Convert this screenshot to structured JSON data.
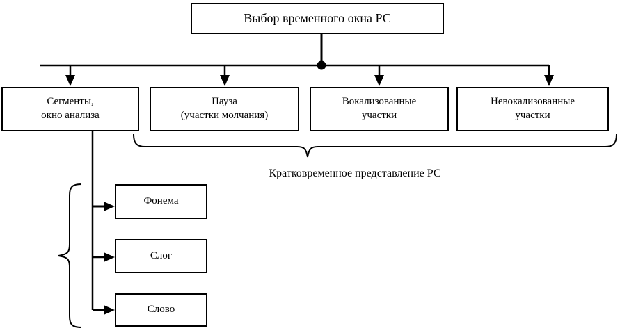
{
  "diagram": {
    "title_box": {
      "label": "Выбор временного окна РС"
    },
    "level2": [
      {
        "id": "segments",
        "label": "Сегменты,\nокно анализа"
      },
      {
        "id": "pause",
        "label": "Пауза\n(участки молчания)"
      },
      {
        "id": "voiced",
        "label": "Вокализованные\nучастки"
      },
      {
        "id": "unvoiced",
        "label": "Невокализованные\nучастки"
      }
    ],
    "group_caption": "Кратковременное представление РС",
    "level3": [
      {
        "id": "phoneme",
        "label": "Фонема"
      },
      {
        "id": "syllable",
        "label": "Слог"
      },
      {
        "id": "word",
        "label": "Слово"
      }
    ],
    "colors": {
      "line": "#000000",
      "box_border": "#000000",
      "box_fill": "#ffffff",
      "text": "#000000",
      "background": "#ffffff"
    }
  }
}
